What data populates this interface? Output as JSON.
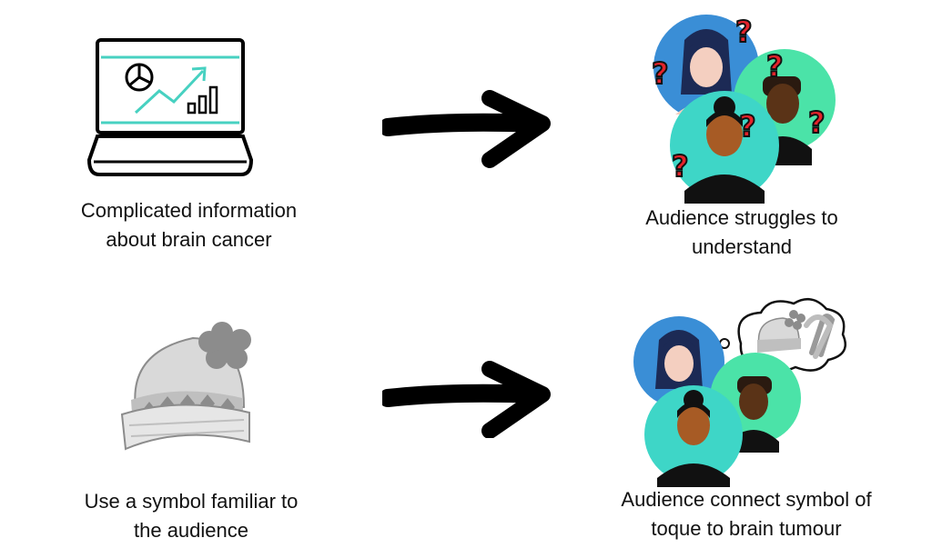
{
  "colors": {
    "teal": "#47d1c1",
    "blue": "#3a8ed6",
    "mint": "#4be3a8",
    "seafoam": "#3ed6c7",
    "question": "#e5232b",
    "hat_light": "#d9d9d9",
    "hat_dark": "#8c8c8c"
  },
  "steps": [
    {
      "icon": "laptop-chart-icon",
      "caption_lines": [
        "Complicated information",
        "about brain cancer"
      ]
    },
    {
      "icon": "confused-audience-icon",
      "caption_lines": [
        "Audience struggles to",
        "understand"
      ]
    },
    {
      "icon": "toque-hat-icon",
      "caption_lines": [
        "Use a symbol familiar to",
        "the audience"
      ]
    },
    {
      "icon": "thinking-audience-icon",
      "caption_lines": [
        "Audience connect symbol of",
        "toque to brain tumour"
      ]
    }
  ]
}
